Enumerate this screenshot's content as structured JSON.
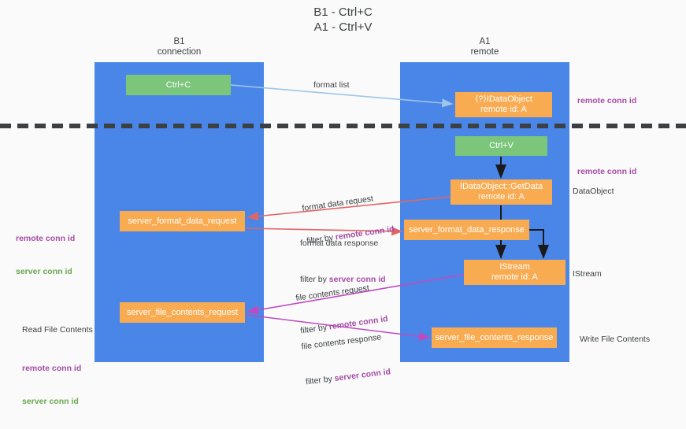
{
  "title": "B1 - Ctrl+C\nA1 - Ctrl+V",
  "lanes": [
    {
      "id": "b1",
      "heading": "B1\nconnection"
    },
    {
      "id": "a1",
      "heading": "A1\nremote"
    }
  ],
  "nodes": {
    "ctrl_c": "Ctrl+C",
    "idataobject": "⟨?⟩IDataObject\nremote id: A",
    "ctrl_v": "Ctrl+V",
    "getdata": "IDataObject::GetData\nremote id: A",
    "server_format_data_request": "server_format_data_request",
    "server_format_data_response": "server_format_data_response",
    "istream": "IStream\nremote id: A",
    "server_file_contents_request": "server_file_contents_request",
    "server_file_contents_response": "server_file_contents_response"
  },
  "edge_labels": {
    "format_list": "format list",
    "format_data_request": "format data request",
    "format_data_request_filter_prefix": "filter by ",
    "format_data_request_filter_key": "remote conn id",
    "format_data_response": "format data response",
    "format_data_response_filter_prefix": "filter by ",
    "format_data_response_filter_key": "server conn id",
    "file_contents_request": "file contents request",
    "file_contents_request_filter_prefix": "filter by ",
    "file_contents_request_filter_key": "remote conn id",
    "file_contents_response": "file contents response",
    "file_contents_response_filter_prefix": "filter by ",
    "file_contents_response_filter_key": "server conn id"
  },
  "annotations": {
    "right_remote_conn_id_top": "remote conn id",
    "right_remote_conn_id_mid": "remote conn id",
    "dataobject": "DataObject",
    "istream": "IStream",
    "write_file_contents": "Write File Contents",
    "left_remote_conn_id": "remote conn id",
    "left_server_conn_id": "server conn id",
    "read_file_contents": "Read File Contents",
    "left_remote_conn_id_2": "remote conn id",
    "left_server_conn_id_2": "server conn id"
  },
  "colors": {
    "lane": "#4a86e8",
    "node_green": "#7bc67b",
    "node_orange": "#f9ab52",
    "purple": "#a64ca6",
    "green_text": "#6aa84f",
    "arrow_light_blue": "#9fc5e8",
    "arrow_red": "#e06666",
    "arrow_magenta": "#c04ac0",
    "arrow_black": "#1a1a1a",
    "separator": "#3c4043"
  }
}
